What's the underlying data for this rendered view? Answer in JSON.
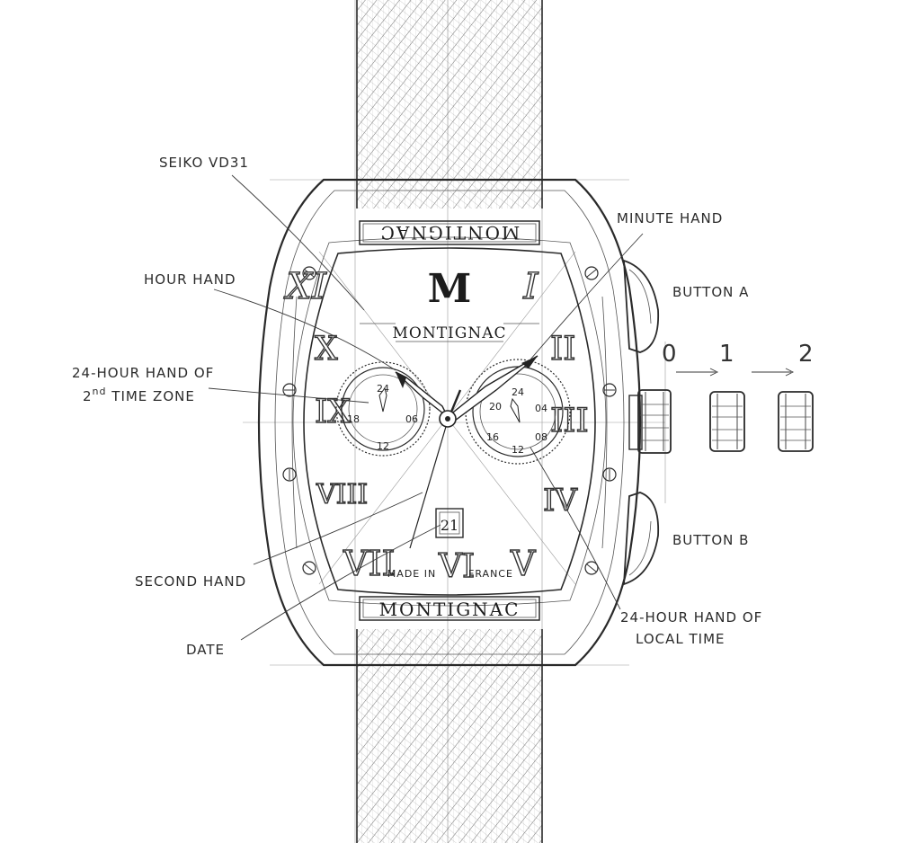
{
  "labels": {
    "movement": "SEIKO VD31",
    "hour_hand": "HOUR HAND",
    "tz2_line1": "24-HOUR HAND OF",
    "tz2_line2_num": "2",
    "tz2_line2_sup": "nd",
    "tz2_line2_rest": " TIME ZONE",
    "second_hand": "SECOND HAND",
    "date": "DATE",
    "minute_hand": "MINUTE HAND",
    "button_a": "BUTTON A",
    "button_b": "BUTTON B",
    "local_line1": "24-HOUR HAND OF",
    "local_line2": "LOCAL TIME"
  },
  "crown_positions": [
    "0",
    "1",
    "2"
  ],
  "dial": {
    "logo": "M",
    "brand": "MONTIGNAC",
    "made_in": "MADE IN",
    "country": "FRANCE",
    "date_value": "21",
    "bezel_top": "MONTIGNAC",
    "bezel_bottom": "MONTIGNAC",
    "numerals": {
      "xii_left": "XI",
      "i_right": "I",
      "x": "X",
      "ix": "IX",
      "viii": "VIII",
      "vii": "VII",
      "vi": "VI",
      "v": "V",
      "iv": "IV",
      "iii": "III",
      "ii": "II"
    },
    "left_subdial": {
      "top": "24",
      "left": "18",
      "right": "06",
      "bottom": "12"
    },
    "right_subdial": {
      "top": "24",
      "left": "20",
      "right": "04",
      "left_low": "16",
      "right_low": "08",
      "bottom": "12"
    }
  }
}
